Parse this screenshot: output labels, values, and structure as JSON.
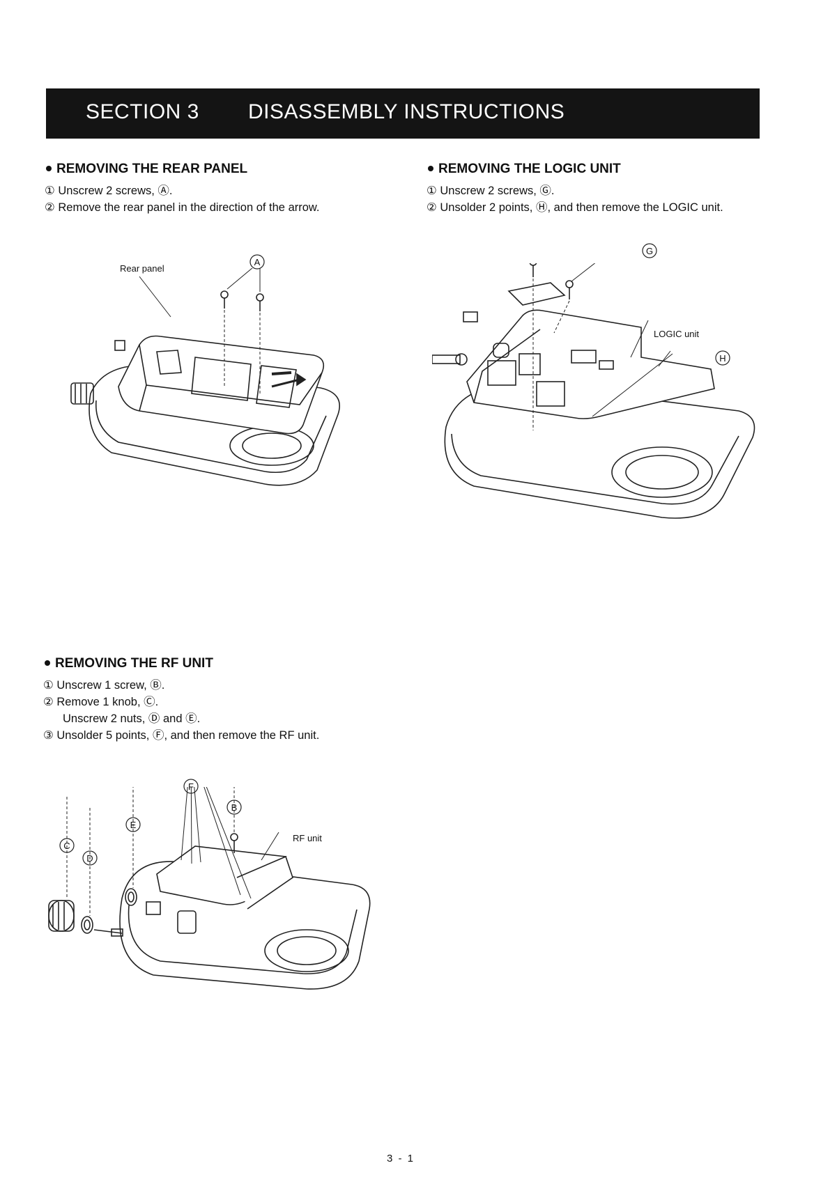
{
  "header": {
    "section": "SECTION 3",
    "title": "DISASSEMBLY INSTRUCTIONS"
  },
  "rear_panel": {
    "heading": "REMOVING THE REAR PANEL",
    "steps": [
      "① Unscrew 2 screws, Ⓐ.",
      "② Remove the rear panel in the direction of the arrow."
    ],
    "figure": {
      "label": "Rear panel",
      "callout": "A"
    }
  },
  "logic_unit": {
    "heading": "REMOVING THE LOGIC UNIT",
    "steps": [
      "① Unscrew 2 screws, Ⓖ.",
      "② Unsolder 2 points, Ⓗ, and then remove the LOGIC unit."
    ],
    "figure": {
      "label": "LOGIC unit",
      "callout_g": "G",
      "callout_h": "H"
    }
  },
  "rf_unit": {
    "heading": "REMOVING THE RF UNIT",
    "steps": [
      "① Unscrew 1 screw, Ⓑ.",
      "② Remove 1 knob, Ⓒ.",
      "Unscrew 2 nuts, Ⓓ and Ⓔ.",
      "③ Unsolder 5 points, Ⓕ, and then remove the RF unit."
    ],
    "figure": {
      "label": "RF unit",
      "callout_b": "B",
      "callout_c": "C",
      "callout_d": "D",
      "callout_e": "E",
      "callout_f": "F"
    }
  },
  "footer": {
    "page_number": "3 - 1"
  }
}
